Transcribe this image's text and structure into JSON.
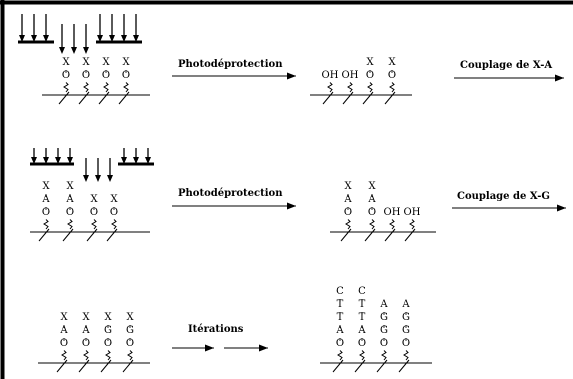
{
  "labels": {
    "photo1": "Photodéprotection",
    "photo2": "Photodéprotection",
    "couple_a": "Couplage de X-A",
    "couple_g": "Couplage de X-G",
    "iterations": "Itérations"
  },
  "row1": {
    "before": [
      [
        "X",
        "O"
      ],
      [
        "X",
        "O"
      ],
      [
        "X",
        "O"
      ],
      [
        "X",
        "O"
      ]
    ],
    "after": [
      [
        "OH"
      ],
      [
        "OH"
      ],
      [
        "X",
        "O"
      ],
      [
        "X",
        "O"
      ]
    ],
    "light": [
      true,
      false,
      true
    ]
  },
  "row2": {
    "before": [
      [
        "X",
        "A",
        "O"
      ],
      [
        "X",
        "A",
        "O"
      ],
      [
        "X",
        "O"
      ],
      [
        "X",
        "O"
      ]
    ],
    "after": [
      [
        "X",
        "A",
        "O"
      ],
      [
        "X",
        "A",
        "O"
      ],
      [
        "OH"
      ],
      [
        "OH"
      ]
    ],
    "light": [
      true,
      false,
      true
    ]
  },
  "row3": {
    "before": [
      [
        "X",
        "A",
        "O"
      ],
      [
        "X",
        "A",
        "O"
      ],
      [
        "X",
        "G",
        "O"
      ],
      [
        "X",
        "G",
        "O"
      ]
    ],
    "after": [
      [
        "C",
        "T",
        "T",
        "A",
        "O"
      ],
      [
        "C",
        "T",
        "T",
        "A",
        "O"
      ],
      [
        "A",
        "G",
        "G",
        "O"
      ],
      [
        "A",
        "G",
        "G",
        "O"
      ]
    ]
  }
}
